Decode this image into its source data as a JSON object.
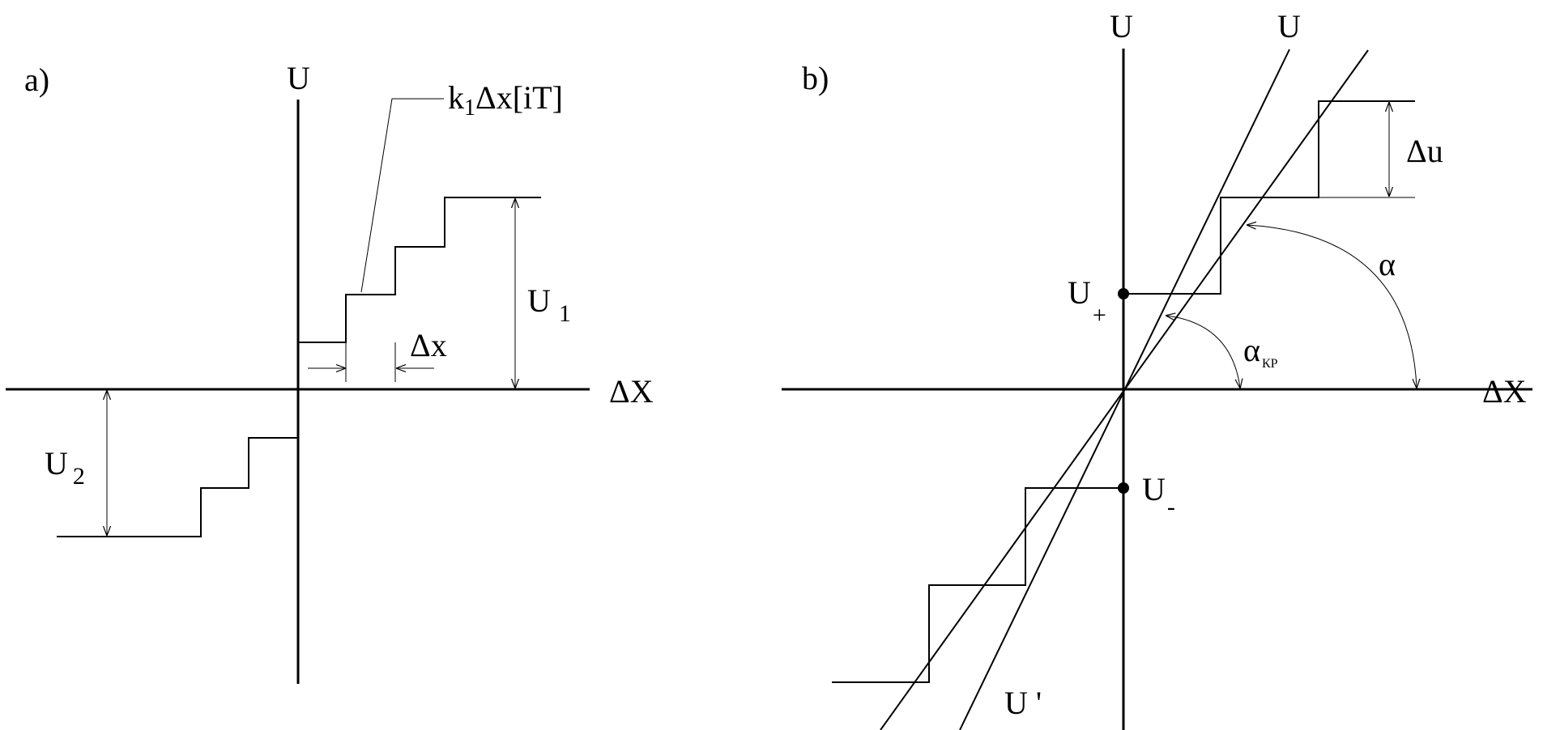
{
  "panel_a": {
    "panel_label": "a)",
    "y_axis_label": "U",
    "x_axis_label": "ΔX",
    "step_formula_main": "k",
    "step_formula_sub": "1",
    "step_formula_rest": "Δx[iT]",
    "step_width_label": "Δx",
    "u1_main": "U",
    "u1_sub": "1",
    "u2_main": "U",
    "u2_sub": "2"
  },
  "panel_b": {
    "panel_label": "b)",
    "y_axis_label": "U",
    "steep_line_label": "U",
    "lower_line_label": "U '",
    "x_axis_label": "ΔX",
    "step_height_label": "Δu",
    "u_plus_main": "U",
    "u_plus_sub": "+",
    "u_minus_main": "U",
    "u_minus_sub": "-",
    "alpha_label": "α",
    "alpha_kr_main": "α",
    "alpha_kr_sub": "КР"
  },
  "colors": {
    "line": "#000000",
    "background": "#ffffff"
  }
}
